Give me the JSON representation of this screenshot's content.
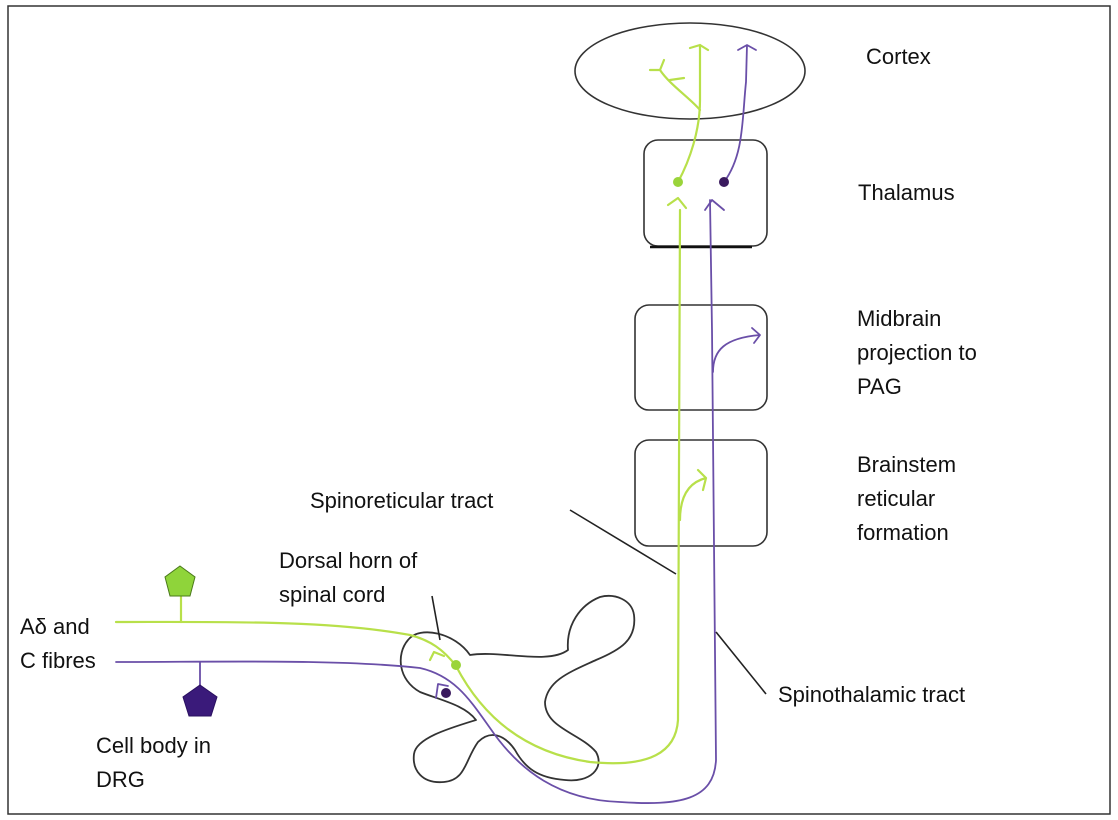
{
  "labels": {
    "cortex": "Cortex",
    "thalamus": "Thalamus",
    "midbrain": [
      "Midbrain",
      "projection to",
      "PAG"
    ],
    "brainstem": [
      "Brainstem",
      "reticular",
      "formation"
    ],
    "spinoreticular": "Spinoreticular tract",
    "dorsal_horn": [
      "Dorsal horn of",
      "spinal cord"
    ],
    "fibres": [
      "Aδ and",
      "C fibres"
    ],
    "cell_body": [
      "Cell body in",
      "DRG"
    ],
    "spinothalamic": "Spinothalamic tract"
  },
  "colors": {
    "spinoreticular_pathway": "#b8e04a",
    "spinothalamic_pathway": "#6a4fa8",
    "drg_cell_green": "#8fd43a",
    "drg_cell_purple": "#3a1a7a",
    "outline": "#333333"
  }
}
